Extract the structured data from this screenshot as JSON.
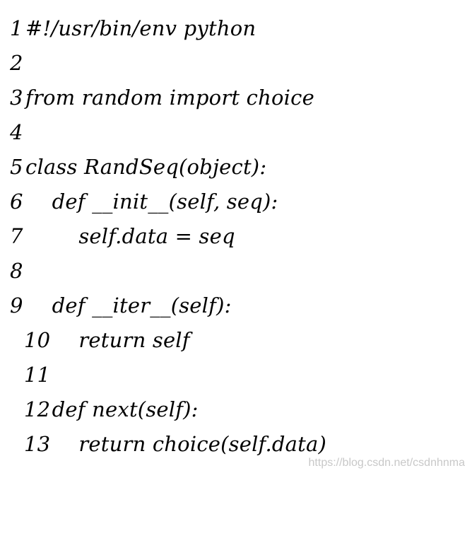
{
  "code": {
    "lines": [
      {
        "number": "1",
        "text": "#!/usr/bin/env python"
      },
      {
        "number": "2",
        "text": ""
      },
      {
        "number": "3",
        "text": "from random import choice"
      },
      {
        "number": "4",
        "text": ""
      },
      {
        "number": "5",
        "text": "class RandSeq(object):"
      },
      {
        "number": "6",
        "text": "    def __init__(self, seq):"
      },
      {
        "number": "7",
        "text": "        self.data = seq"
      },
      {
        "number": "8",
        "text": ""
      },
      {
        "number": "9",
        "text": "    def __iter__(self):"
      },
      {
        "number": "10",
        "text": "        return self"
      },
      {
        "number": "11",
        "text": ""
      },
      {
        "number": "12",
        "text": "    def next(self):"
      },
      {
        "number": "13",
        "text": "        return choice(self.data)"
      }
    ]
  },
  "watermark": {
    "text": "https://blog.csdn.net/csdnhnma"
  }
}
